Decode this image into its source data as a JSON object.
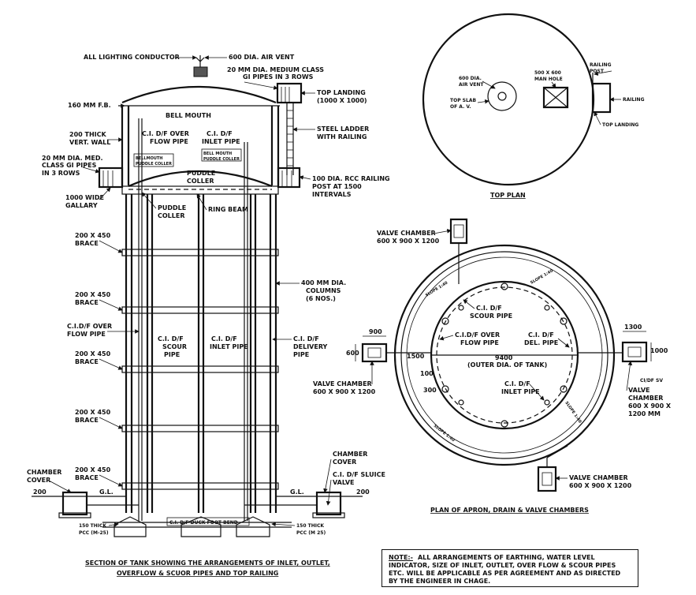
{
  "section": {
    "labels": {
      "lighting": "ALL LIGHTING CONDUCTOR",
      "air_vent": "600 DIA. AIR VENT",
      "gi_pipes_1": "20 MM DIA. MEDIUM CLASS",
      "gi_pipes_2": "GI PIPES IN 3 ROWS",
      "top_landing_1": "TOP LANDING",
      "top_landing_2": "(1000 X 1000)",
      "roof": "160 MM F.B.",
      "bell_mouth": "BELL MOUTH",
      "wall_1": "200 THICK",
      "wall_2": "VERT. WALL",
      "overflow_1": "C.I. D/F OVER",
      "overflow_2": "FLOW PIPE",
      "inlet_1": "C.I. D/F",
      "inlet_2": "INLET PIPE",
      "ladder_1": "STEEL LADDER",
      "ladder_2": "WITH RAILING",
      "gal_gi_1": "20 MM DIA. MED.",
      "gal_gi_2": "CLASS GI PIPES",
      "gal_gi_3": "IN 3 ROWS",
      "bm_puddle_1": "BELLMOUTH",
      "bm_puddle_2": "PUDDLE COLLER",
      "bm_puddle_b1": "BELL MOUTH",
      "bm_puddle_b2": "PUDDLE COLLER",
      "puddle_top_1": "PUDDLE",
      "puddle_top_2": "COLLER",
      "railing_post_1": "100 DIA. RCC RAILING",
      "railing_post_2": "POST AT 1500",
      "railing_post_3": "INTERVALS",
      "gallery_1": "1000 WIDE",
      "gallery_2": "GALLARY",
      "puddle_low_1": "PUDDLE",
      "puddle_low_2": "COLLER",
      "ring_beam": "RING BEAM",
      "brace_1": "200 X 450",
      "brace_2": "BRACE",
      "columns_1": "400 MM DIA.",
      "columns_2": "COLUMNS",
      "columns_3": "(6 NOS.)",
      "ci_overflow_left_1": "C.I.D/F OVER",
      "ci_overflow_left_2": "FLOW PIPE",
      "scour_1": "C.I. D/F",
      "scour_2": "SCOUR",
      "scour_3": "PIPE",
      "inlet_mid_1": "C.I. D/F",
      "inlet_mid_2": "INLET PIPE",
      "delivery_1": "C.I. D/F",
      "delivery_2": "DELIVERY",
      "delivery_3": "PIPE",
      "chamber_cover_left_1": "CHAMBER",
      "chamber_cover_left_2": "COVER",
      "chamber_cover_right_1": "CHAMBER",
      "chamber_cover_right_2": "COVER",
      "sluice_1": "C.I. D/F SLUICE",
      "sluice_2": "VALVE",
      "gl_left": "G.L.",
      "gl_right": "G.L.",
      "dim_200_left": "200",
      "dim_200_right": "200",
      "pcc_left_1": "150 THICK",
      "pcc_left_2": "PCC (M-25)",
      "pcc_right_1": "150 THICK",
      "pcc_right_2": "PCC (M 25)",
      "duck_foot": "C.I. D/F DUCK FOOT BEND"
    },
    "caption_1": "SECTION OF TANK SHOWING THE ARRANGEMENTS OF INLET, OUTLET,",
    "caption_2": "OVERFLOW & SCUOR PIPES AND TOP RAILING"
  },
  "top_plan": {
    "labels": {
      "air_vent_1": "600 DIA.",
      "air_vent_2": "AIR VENT",
      "manhole_1": "500 X 600",
      "manhole_2": "MAN HOLE",
      "slab_1": "TOP SLAB",
      "slab_2": "OF A. V.",
      "railing_post_1": "RAILING",
      "railing_post_2": "POST",
      "railing": "RAILING",
      "top_landing": "TOP LANDING"
    },
    "caption": "TOP PLAN"
  },
  "apron_plan": {
    "labels": {
      "vc_top_1": "VALVE CHAMBER",
      "vc_top_2": "600 X 900 X 1200",
      "scour_1": "C.I. D/F",
      "scour_2": "SCOUR PIPE",
      "overflow_1": "C.I.D/F OVER",
      "overflow_2": "FLOW PIPE",
      "del_1": "C.I. D/F",
      "del_2": "DEL. PIPE",
      "dim_9400": "9400",
      "outer_dia": "(OUTER DIA. OF TANK)",
      "dim_1500": "1500",
      "dim_100": "100",
      "dim_300": "300",
      "dim_900": "900",
      "dim_600": "600",
      "dim_1300": "1300",
      "dim_1000": "1000",
      "vc_left_1": "VALVE CHAMBER",
      "vc_left_2": "600 X 900 X 1200",
      "inlet_1": "C.I. D/F",
      "inlet_2": "INLET PIPE",
      "vc_right_1": "VALVE",
      "vc_right_2": "CHAMBER",
      "vc_right_3": "600 X 900 X",
      "vc_right_4": "1200 MM",
      "cidf_sv": "CI/DF SV",
      "vc_bottom_1": "VALVE CHAMBER",
      "vc_bottom_2": "600 X 900 X 1200",
      "slope_1": "SLOPE 1:40",
      "slope_2": "SLOPE 1:40",
      "slope_3": "SLOPE 1:40",
      "slope_4": "SLOPE 1:40"
    },
    "caption": "PLAN OF APRON, DRAIN & VALVE CHAMBERS"
  },
  "note": {
    "label": "NOTE:-",
    "text": "ALL ARRANGEMENTS OF EARTHING, WATER LEVEL INDICATOR, SIZE OF INLET, OUTLET, OVER FLOW & SCOUR PIPES ETC. WILL BE APPLICABLE AS PER AGREEMENT AND AS DIRECTED BY THE ENGINEER IN CHAGE."
  }
}
